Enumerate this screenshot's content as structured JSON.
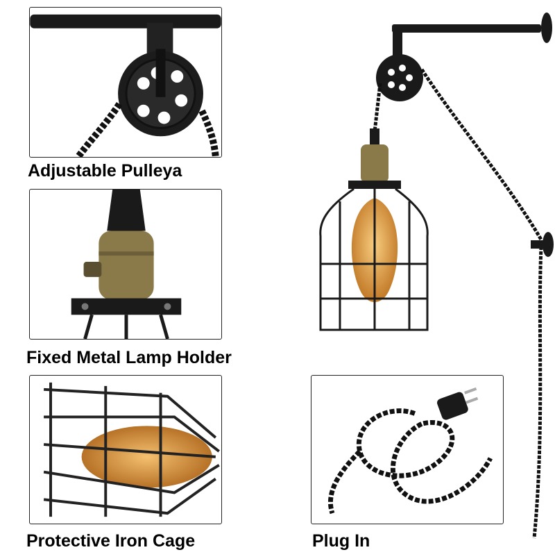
{
  "captions": {
    "pulley": "Adjustable Pulleya",
    "holder": "Fixed Metal Lamp Holder",
    "cage": "Protective Iron Cage",
    "plug": "Plug In"
  },
  "colors": {
    "metal_black": "#1a1a1a",
    "brass": "#8a7a4a",
    "bulb_glow": "#e8a040",
    "frame": "#222222"
  }
}
